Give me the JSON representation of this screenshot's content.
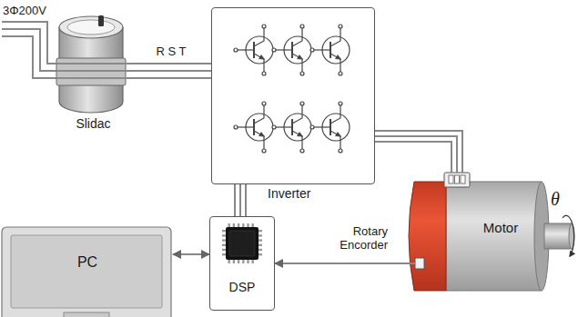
{
  "diagram": {
    "nodes": [
      {
        "text": [
          "Slidac"
        ]
      },
      {
        "text": [
          "Inverter"
        ]
      },
      {
        "text": [
          "PC"
        ]
      },
      {
        "text": [
          "DSP"
        ]
      },
      {
        "text": [
          "Motor"
        ]
      }
    ],
    "edges": [
      {
        "from": 0,
        "to": 1,
        "arrow": "none",
        "label": "R S T"
      },
      {
        "from": 1,
        "to": 4,
        "arrow": "none"
      },
      {
        "from": 1,
        "to": 3,
        "arrow": "none"
      },
      {
        "from": 2,
        "to": 3,
        "arrow": "both"
      },
      {
        "from": 4,
        "to": 3,
        "arrow": "to",
        "label": "Rotary Encorder"
      }
    ],
    "labels": [
      "3Φ200V",
      "θ"
    ]
  }
}
